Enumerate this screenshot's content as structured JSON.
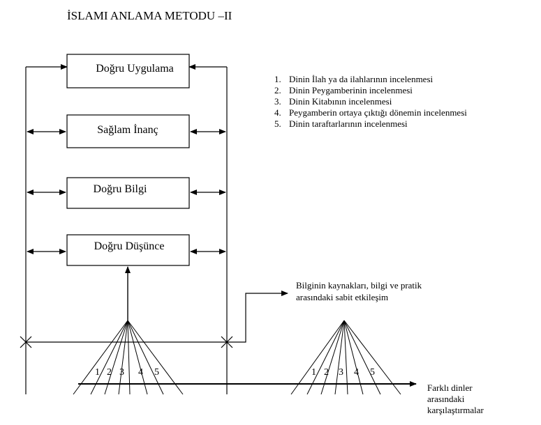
{
  "title": "İSLAMI ANLAMA METODU –II",
  "boxes": [
    {
      "label": "Doğru Uygulama"
    },
    {
      "label": "Sağlam İnanç"
    },
    {
      "label": "Doğru Bilgi"
    },
    {
      "label": "Doğru Düşünce"
    }
  ],
  "methods": [
    {
      "num": "1.",
      "text": "Dinin İlah ya da ilahlarının incelenmesi"
    },
    {
      "num": "2.",
      "text": "Dinin Peygamberinin incelenmesi"
    },
    {
      "num": "3.",
      "text": "Dinin Kitabının incelenmesi"
    },
    {
      "num": "4.",
      "text": "Peygamberin ortaya çıktığı dönemin incelenmesi"
    },
    {
      "num": "5.",
      "text": "Dinin taraftarlarının incelenmesi"
    }
  ],
  "interaction_note": {
    "line1": "Bilginin kaynakları, bilgi ve pratik",
    "line2": "arasındaki sabit etkileşim"
  },
  "fan_numbers": [
    "1",
    "2",
    "3",
    "4",
    "5"
  ],
  "comparison_note": {
    "line1": "Farklı dinler",
    "line2": "arasındaki",
    "line3": "karşılaştırmalar"
  }
}
